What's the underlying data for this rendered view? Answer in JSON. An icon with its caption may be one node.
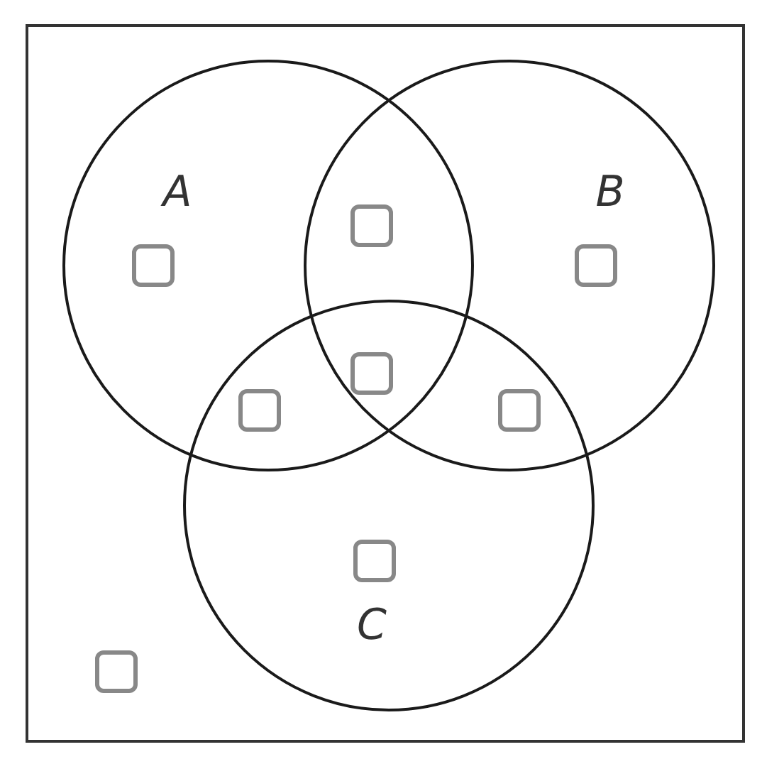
{
  "diagram": {
    "nodes": [
      {
        "text": [],
        "shape": "box"
      },
      {
        "text": [
          "A"
        ],
        "in": 0
      },
      {
        "text": [
          "B"
        ],
        "in": 0
      },
      {
        "text": [
          "C"
        ],
        "in": 0
      },
      {
        "text": [],
        "shape": "box"
      },
      {
        "text": [],
        "shape": "box",
        "in": 1
      },
      {
        "text": [],
        "shape": "box",
        "in": 2
      },
      {
        "text": [],
        "shape": "box"
      },
      {
        "text": [],
        "shape": "box"
      },
      {
        "text": [],
        "shape": "box"
      },
      {
        "text": [],
        "shape": "box",
        "in": 3
      },
      {
        "text": [],
        "shape": "box",
        "in": 0
      }
    ],
    "edges": []
  }
}
